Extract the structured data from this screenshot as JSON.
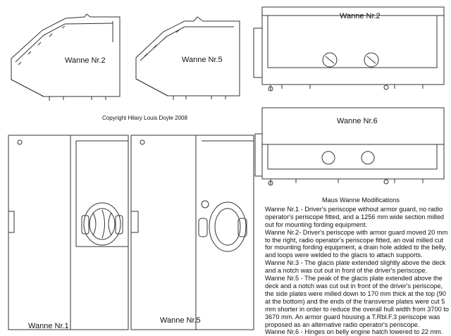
{
  "labels": {
    "side_nr2": "Wanne Nr.2",
    "side_nr5": "Wanne Nr.5",
    "front_nr2": "Wanne Nr.2",
    "front_nr6": "Wanne Nr.6",
    "top_nr1": "Wanne Nr.1",
    "top_nr5": "Wanne Nr.5"
  },
  "copyright": "Copyright Hilary Louis Doyle 2008",
  "notes": {
    "title": "Maus Wanne Modifications",
    "items": [
      "Wanne Nr.1 - Driver's periscope without armor guard, no radio operator's periscope fitted, and a 1256 mm wide section milled out for mounting fording equipment.",
      "Wanne Nr.2- Driver's periscope with armor guard moved 20 mm to the right, radio operator's periscope fitted, an oval milled cut for mounting fording equipment, a drain hole added to the belly, and loops were welded to the glacis to attach supports.",
      "Wanne Nr.3 - The glacis plate extended slightly above the deck and a notch was cut out in front of the driver's periscope.",
      "Wanne Nr.5 - The peak of the glacis plate extended above the deck and a notch was cut out in front of the driver's periscope, the side plates were milled down to 170 mm thick at the top (90 at the bottom) and the ends of the transverse plates were cut 5 mm shorter in order to reduce the overall hull width from 3700 to 3670 mm.  An armor guard housing a T.Rbl.F.3 periscope was proposed as an alternative radio operator's periscope.",
      "Wanne Nr.6 - Hinges on belly engine hatch lowered to 22 mm."
    ]
  }
}
